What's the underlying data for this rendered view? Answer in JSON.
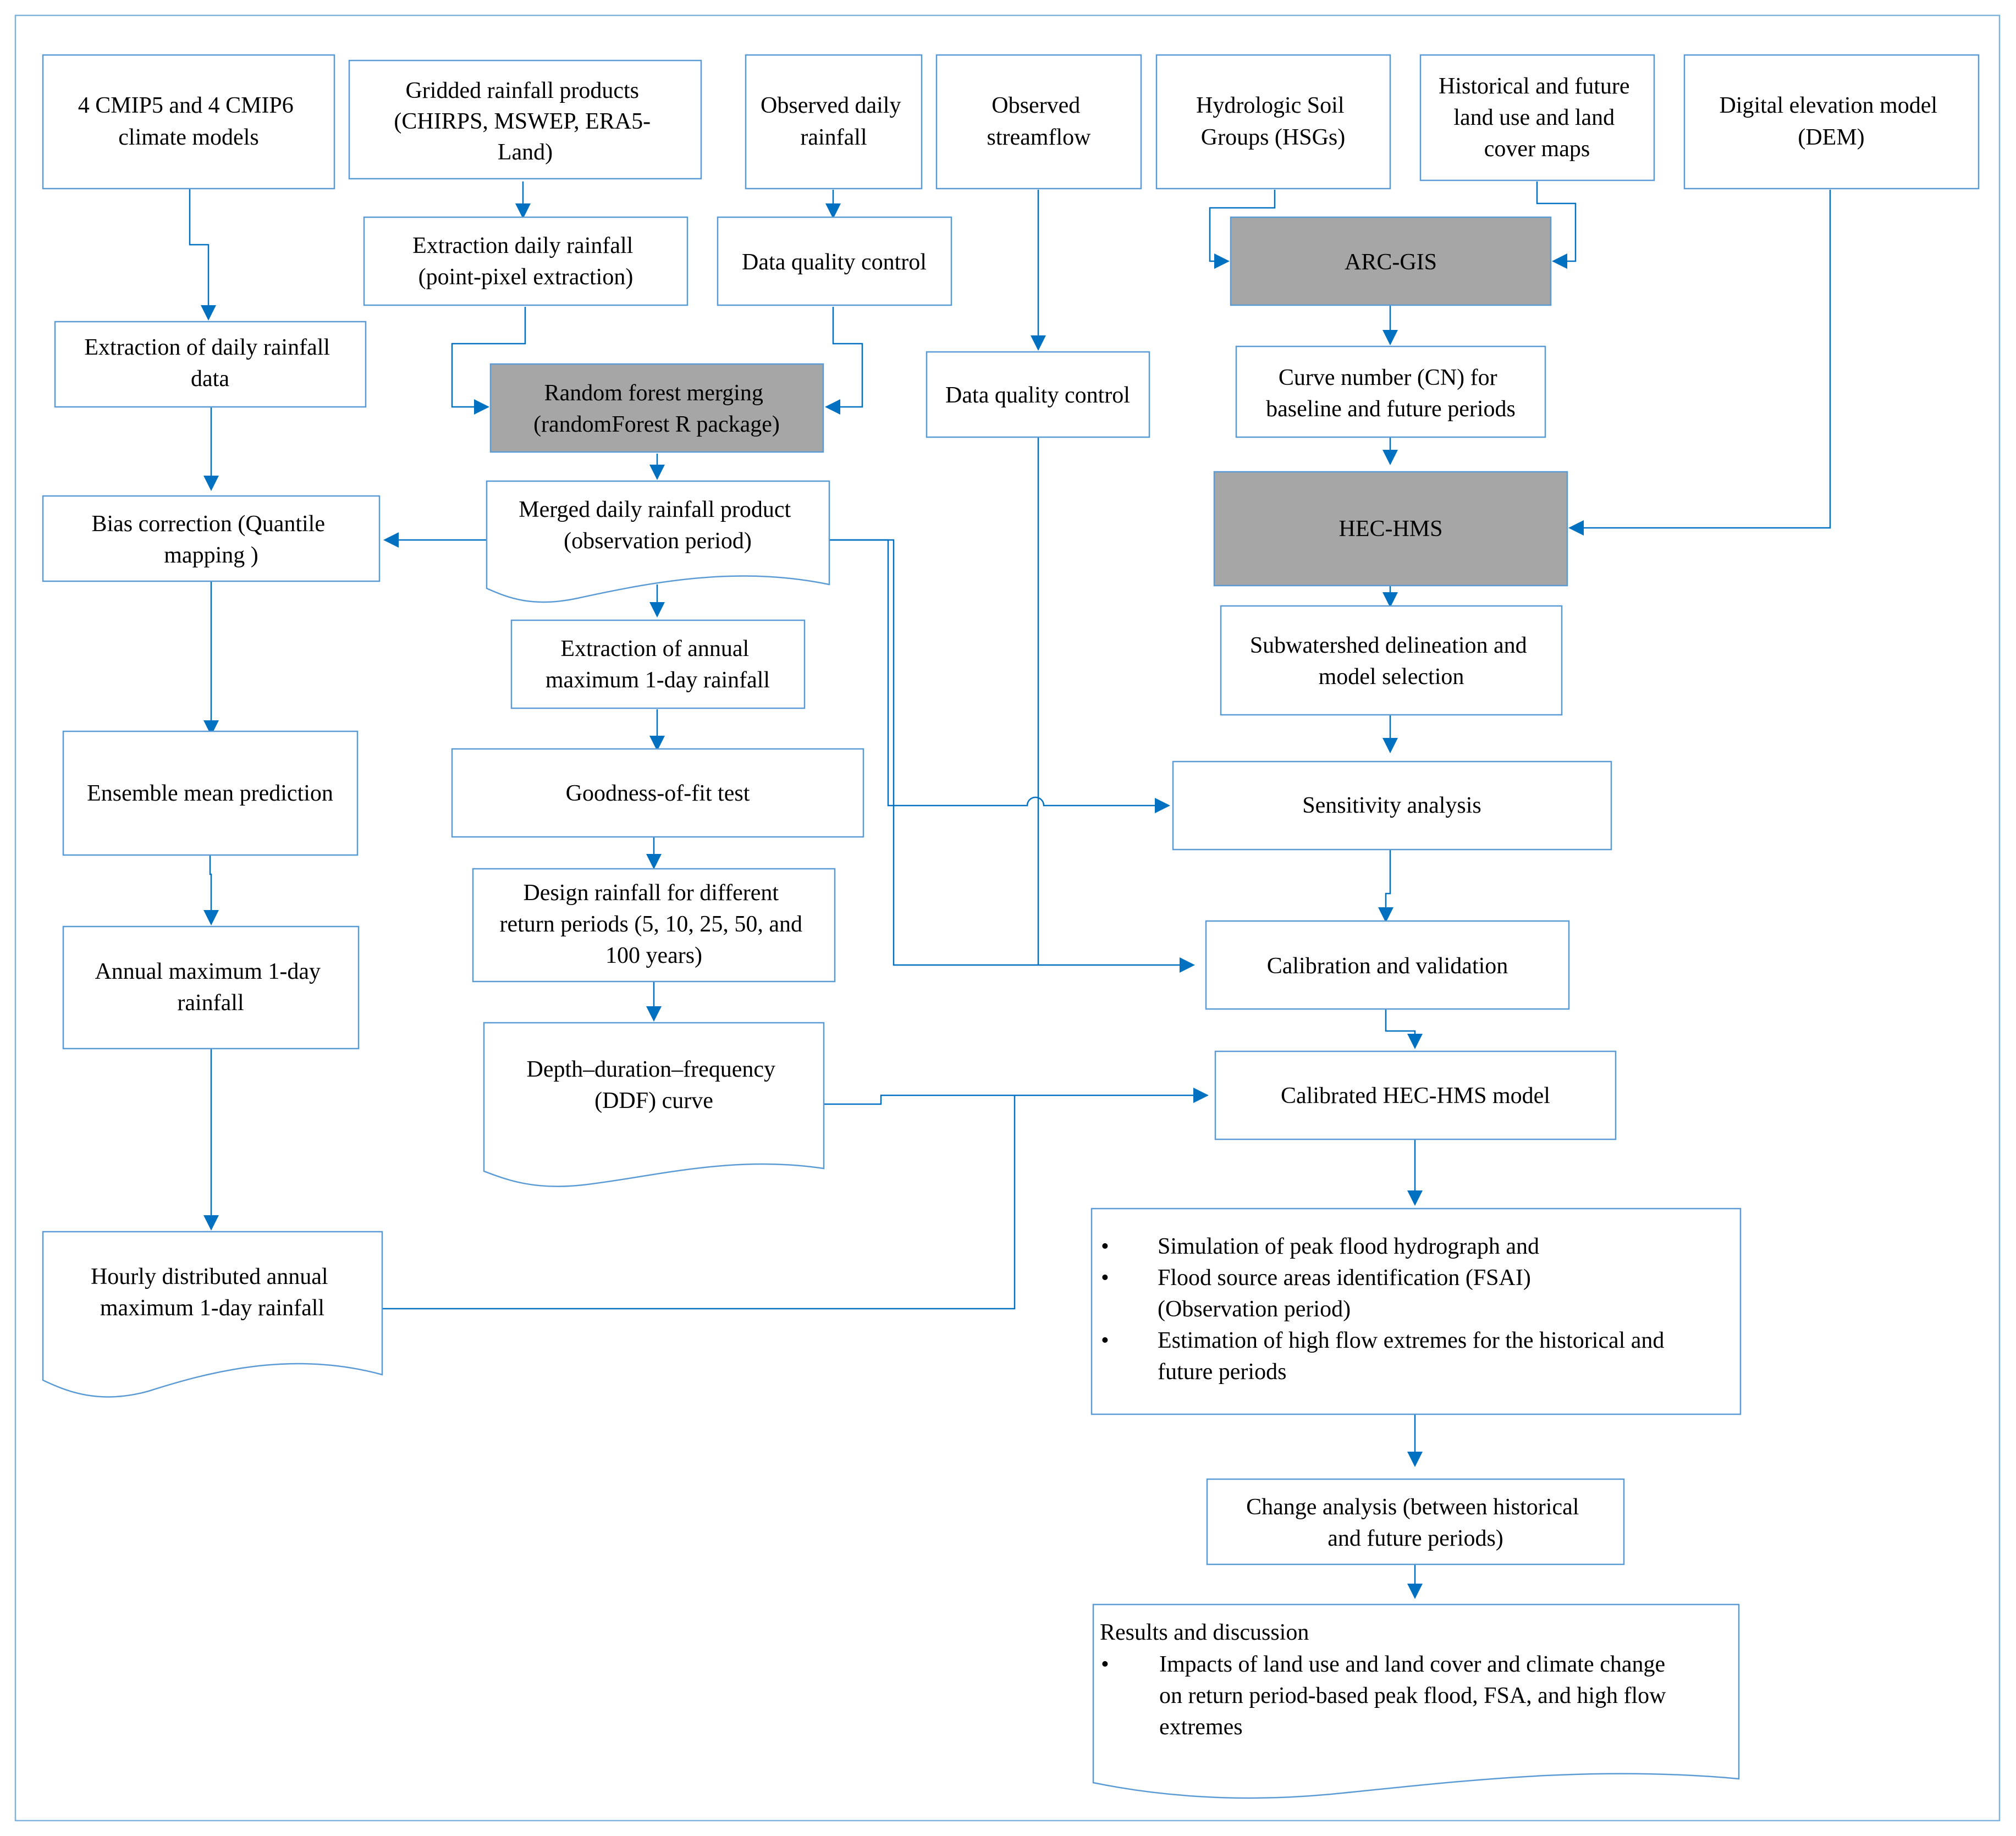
{
  "nodes": {
    "cmip_models": "4 CMIP5 and 4 CMIP6 climate models",
    "gridded_products": "Gridded rainfall products (CHIRPS, MSWEP, ERA5-Land)",
    "observed_rainfall": "Observed daily rainfall",
    "observed_streamflow": "Observed streamflow",
    "hsg": "Hydrologic Soil Groups (HSGs)",
    "lulc_maps": "Historical and future land use and land cover maps",
    "dem": "Digital elevation model (DEM)",
    "extract_daily_rainfall_point": "Extraction daily rainfall (point-pixel extraction)",
    "qc_rainfall": "Data quality control",
    "arc_gis": "ARC-GIS",
    "extract_daily_cmip": "Extraction of daily rainfall data",
    "rf_merging": "Random forest merging (randomForest R package)",
    "qc_streamflow": "Data quality control",
    "curve_number": "Curve number (CN) for baseline and future periods",
    "bias_correction": "Bias correction (Quantile mapping )",
    "merged_product": "Merged daily rainfall product (observation period)",
    "hec_hms": "HEC-HMS",
    "annual_max_extraction": "Extraction of annual maximum 1-day rainfall",
    "subwatershed": "Subwatershed delineation and model selection",
    "ensemble_mean": "Ensemble mean prediction",
    "goodness_of_fit": "Goodness-of-fit test",
    "sensitivity": "Sensitivity analysis",
    "design_rainfall": "Design rainfall for different return periods (5, 10, 25, 50, and 100 years)",
    "annual_max_cmip": "Annual maximum 1-day rainfall",
    "calibration": "Calibration and validation",
    "ddf_curve": "Depth–duration–frequency (DDF) curve",
    "calibrated_model": "Calibrated HEC-HMS model",
    "hourly_distributed": "Hourly distributed annual maximum 1-day rainfall",
    "simulation": {
      "bullet": "•",
      "items": [
        "Simulation of peak flood hydrograph  and",
        "Flood source areas identification (FSAI) (Observation period)",
        "Estimation of high flow extremes for the historical and future periods"
      ]
    },
    "change_analysis": "Change analysis (between historical and future periods)",
    "results": {
      "heading": "Results and discussion",
      "bullet": "•",
      "items": [
        "Impacts of land use and land cover and climate change on return period-based peak flood, FSA, and high flow extremes"
      ]
    }
  },
  "colors": {
    "box_border": "#5b9bd5",
    "connector": "#0070c0",
    "highlight_fill": "#a6a6a6",
    "frame_border": "#7fb3de"
  }
}
